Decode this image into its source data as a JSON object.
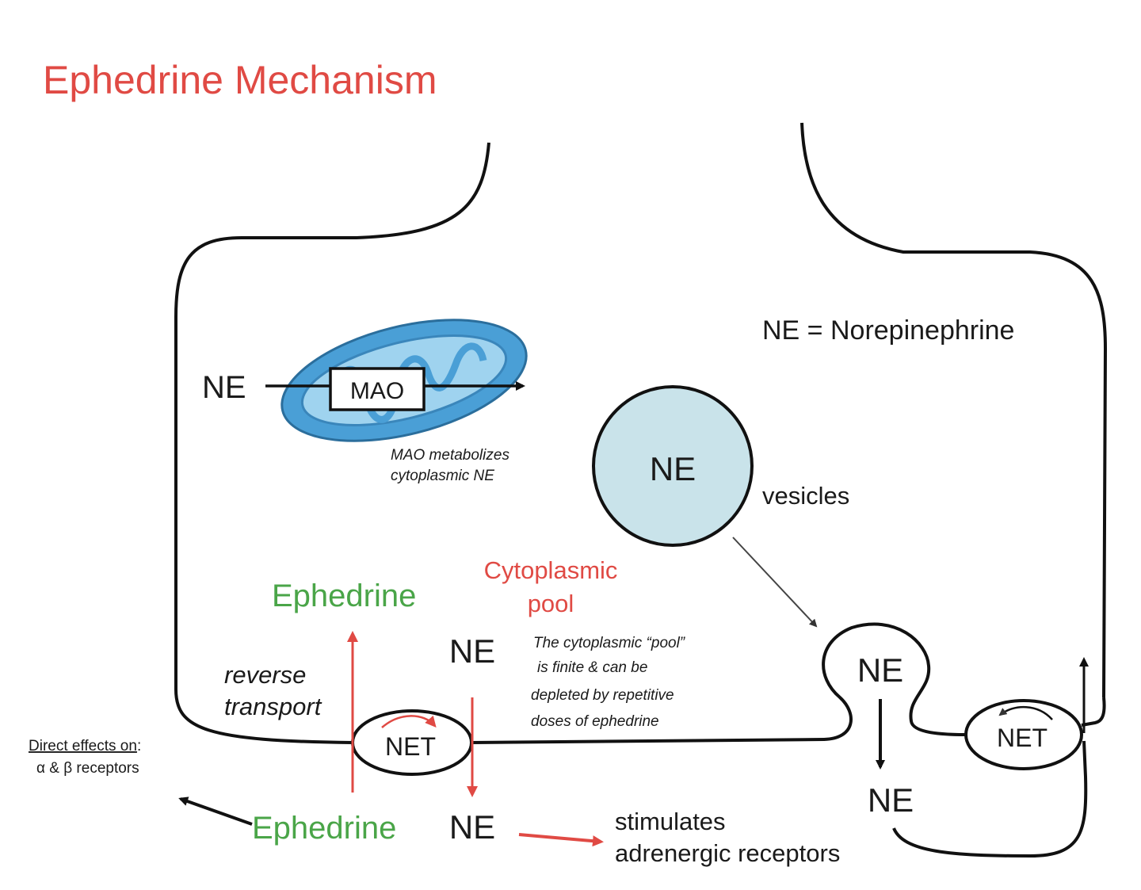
{
  "title": "Ephedrine Mechanism",
  "legend": "NE = Norepinephrine",
  "mito": {
    "enzyme": "MAO",
    "input": "NE",
    "note_line1": "MAO metabolizes",
    "note_line2": "cytoplasmic NE"
  },
  "vesicle": {
    "label": "NE",
    "caption": "vesicles"
  },
  "cytoplasmic_pool": {
    "line1": "Cytoplasmic",
    "line2": "pool",
    "ne": "NE"
  },
  "pool_note": [
    "The cytoplasmic “pool”",
    "is finite & can be",
    "depleted by repetitive",
    "doses of ephedrine"
  ],
  "ephedrine_inside": "Ephedrine",
  "reverse_transport": {
    "line1": "reverse",
    "line2": "transport"
  },
  "net_left": "NET",
  "net_right": "NET",
  "direct_effects": {
    "line1": "Direct effects on",
    "colon": ":",
    "line2": "α & β receptors"
  },
  "ephedrine_outside": "Ephedrine",
  "ne_outside": "NE",
  "stimulates": {
    "line1": "stimulates",
    "line2": "adrenergic receptors"
  },
  "exocytosis_ne": "NE",
  "released_ne": "NE",
  "colors": {
    "title": "#e04a44",
    "ephedrine": "#4aa548",
    "red_arrows": "#e04a44",
    "mito_outer": "#4a9fd6",
    "mito_inner": "#9fd3ef",
    "vesicle_fill": "#c9e3ea"
  }
}
